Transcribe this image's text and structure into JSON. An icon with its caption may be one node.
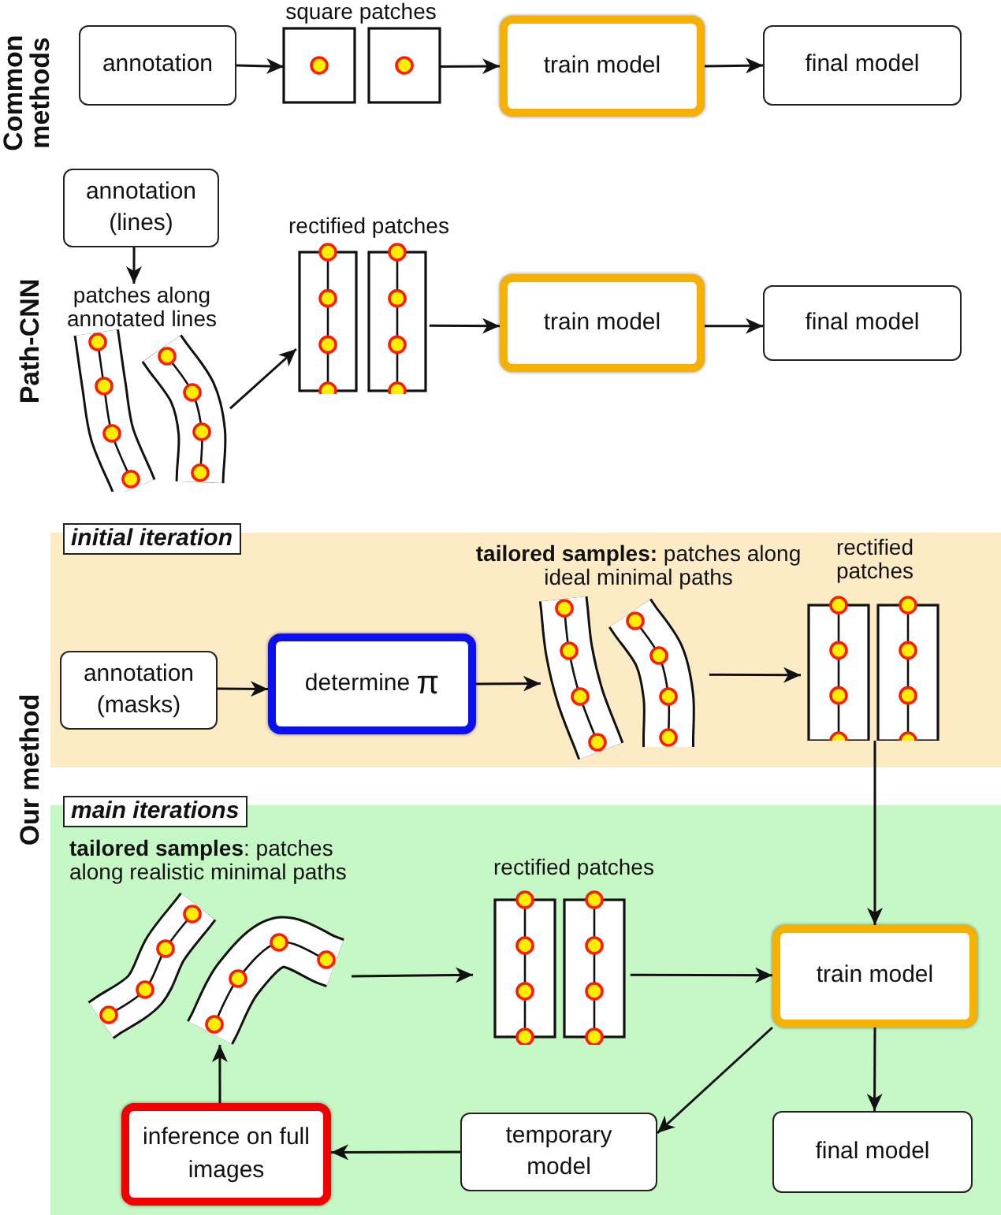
{
  "diagram": {
    "nodes": [
      {
        "text": [
          "annotation"
        ]
      },
      {
        "text": [
          "square patches"
        ]
      },
      {
        "text": [
          "train model"
        ]
      },
      {
        "text": [
          "final model"
        ]
      },
      {
        "text": [
          "annotation (lines)"
        ]
      },
      {
        "text": [
          "patches along annotated lines"
        ]
      },
      {
        "text": [
          "rectified patches"
        ]
      },
      {
        "text": [
          "train model"
        ]
      },
      {
        "text": [
          "final model"
        ]
      },
      {
        "text": [
          "initial iteration"
        ]
      },
      {
        "text": [
          "annotation (masks)"
        ],
        "in": 9
      },
      {
        "text": [
          "determine π"
        ],
        "in": 9
      },
      {
        "text": [
          "**tailored samples:** patches along ideal minimal paths"
        ],
        "in": 9
      },
      {
        "text": [
          "rectified patches"
        ],
        "in": 9
      },
      {
        "text": [
          "main iterations"
        ]
      },
      {
        "text": [
          "**tailored samples**: patches along realistic minimal paths"
        ],
        "in": 14
      },
      {
        "text": [
          "rectified patches"
        ],
        "in": 14
      },
      {
        "text": [
          "train model"
        ],
        "in": 14
      },
      {
        "text": [
          "final model"
        ],
        "in": 14
      },
      {
        "text": [
          "temporary model"
        ],
        "in": 14
      },
      {
        "text": [
          "inference on full images"
        ],
        "in": 14
      }
    ],
    "edges": [
      {
        "from": 0,
        "to": 1,
        "arrow": "to"
      },
      {
        "from": 1,
        "to": 2,
        "arrow": "to"
      },
      {
        "from": 2,
        "to": 3,
        "arrow": "to"
      },
      {
        "from": 4,
        "to": 5,
        "arrow": "to"
      },
      {
        "from": 5,
        "to": 6,
        "arrow": "to"
      },
      {
        "from": 6,
        "to": 7,
        "arrow": "to"
      },
      {
        "from": 7,
        "to": 8,
        "arrow": "to"
      },
      {
        "from": 10,
        "to": 11,
        "arrow": "to"
      },
      {
        "from": 11,
        "to": 12,
        "arrow": "to"
      },
      {
        "from": 12,
        "to": 13,
        "arrow": "to"
      },
      {
        "from": 13,
        "to": 17,
        "arrow": "to"
      },
      {
        "from": 15,
        "to": 16,
        "arrow": "to"
      },
      {
        "from": 16,
        "to": 17,
        "arrow": "to"
      },
      {
        "from": 17,
        "to": 18,
        "arrow": "to"
      },
      {
        "from": 17,
        "to": 19,
        "arrow": "to"
      },
      {
        "from": 19,
        "to": 20,
        "arrow": "to"
      },
      {
        "from": 20,
        "to": 15,
        "arrow": "to"
      }
    ],
    "labels": [
      "Common methods",
      "Path-CNN",
      "Our method"
    ]
  }
}
